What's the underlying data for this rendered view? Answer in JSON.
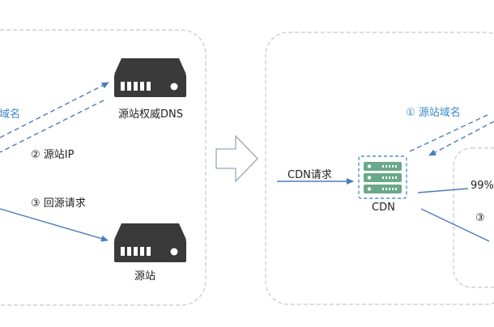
{
  "left_panel": {
    "label_domain_partial": "域名",
    "label_origin_ip": "② 源站IP",
    "label_back_request": "③ 回源请求",
    "dns_server_caption": "源站权威DNS",
    "origin_server_caption": "源站"
  },
  "right_panel": {
    "label_origin_domain": "① 源站域名",
    "label_cdn_request": "CDN请求",
    "cdn_node_caption": "CDN",
    "label_percent_partial": "99%",
    "label_step3_partial": "③"
  },
  "colors": {
    "arrow_blue": "#4a7cc0",
    "label_blue": "#3a87c8",
    "server_dark": "#3a3a3a",
    "cdn_green": "#6aa88a",
    "panel_border": "#c8c8c8"
  }
}
